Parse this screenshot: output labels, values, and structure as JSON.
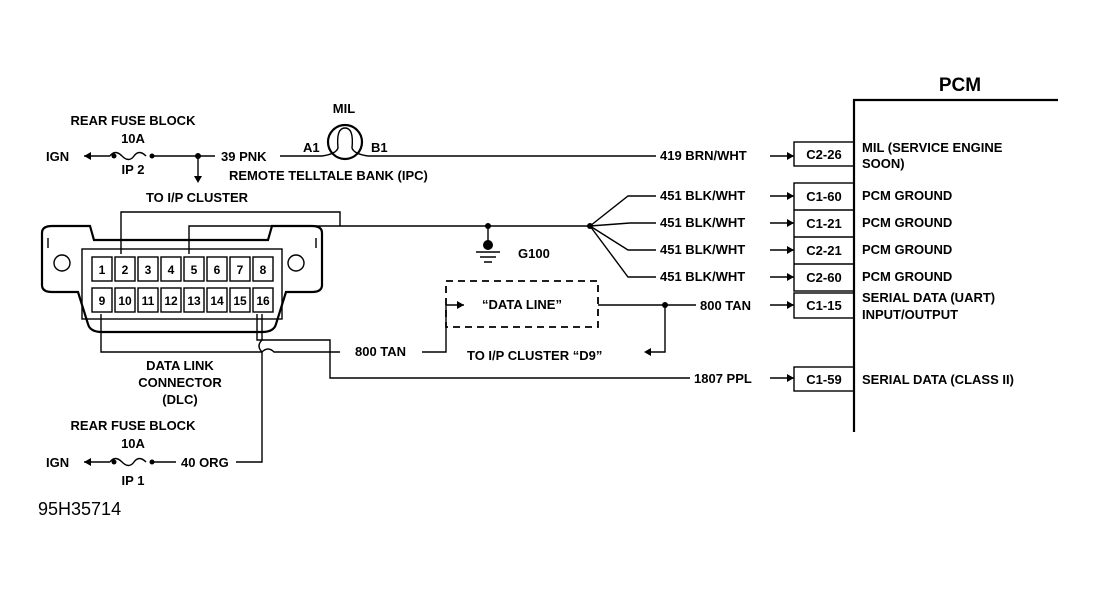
{
  "top_fuse": {
    "title": "REAR FUSE BLOCK",
    "rating": "10A",
    "ign": "IGN",
    "name": "IP 2",
    "wire": "39 PNK",
    "to_cluster": "TO I/P CLUSTER"
  },
  "mil": {
    "label": "MIL",
    "pin_a": "A1",
    "pin_b": "B1",
    "bank": "REMOTE TELLTALE BANK (IPC)"
  },
  "dlc": {
    "pins_top": [
      "1",
      "2",
      "3",
      "4",
      "5",
      "6",
      "7",
      "8"
    ],
    "pins_bottom": [
      "9",
      "10",
      "11",
      "12",
      "13",
      "14",
      "15",
      "16"
    ],
    "label_lines": [
      "DATA LINK",
      "CONNECTOR",
      "(DLC)"
    ]
  },
  "ground": {
    "label": "G100"
  },
  "data_line": {
    "box_label": "“DATA LINE”",
    "to_cluster": "TO I/P CLUSTER “D9”",
    "wire_left": "800 TAN",
    "wire_right": "800 TAN"
  },
  "bottom_fuse": {
    "title": "REAR FUSE BLOCK",
    "rating": "10A",
    "ign": "IGN",
    "name": "IP 1",
    "wire": "40 ORG"
  },
  "pcm": {
    "title": "PCM",
    "terminals": [
      {
        "wire": "419 BRN/WHT",
        "terminal": "C2-26",
        "desc": [
          "MIL (SERVICE ENGINE",
          "SOON)"
        ]
      },
      {
        "wire": "451 BLK/WHT",
        "terminal": "C1-60",
        "desc": [
          "PCM GROUND"
        ]
      },
      {
        "wire": "451 BLK/WHT",
        "terminal": "C1-21",
        "desc": [
          "PCM GROUND"
        ]
      },
      {
        "wire": "451 BLK/WHT",
        "terminal": "C2-21",
        "desc": [
          "PCM GROUND"
        ]
      },
      {
        "wire": "451 BLK/WHT",
        "terminal": "C2-60",
        "desc": [
          "PCM GROUND"
        ]
      },
      {
        "wire": "",
        "terminal": "C1-15",
        "desc": [
          "SERIAL DATA (UART)",
          "INPUT/OUTPUT"
        ]
      },
      {
        "wire": "1807 PPL",
        "terminal": "C1-59",
        "desc": [
          "SERIAL DATA (CLASS II)"
        ]
      }
    ]
  },
  "figure_id": "95H35714"
}
